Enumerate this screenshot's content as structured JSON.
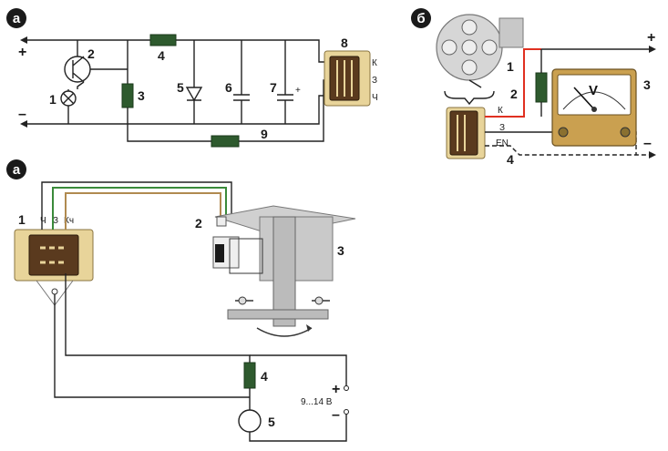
{
  "panel_a1": {
    "tag": "а",
    "plus": "+",
    "minus": "–",
    "labels": [
      "1",
      "2",
      "3",
      "4",
      "5",
      "6",
      "7",
      "8",
      "9"
    ],
    "cap_plus": "+",
    "pins": [
      "К",
      "З",
      "Ч"
    ]
  },
  "panel_b": {
    "tag": "б",
    "plus": "+",
    "minus": "–",
    "labels": [
      "1",
      "2",
      "3",
      "4"
    ],
    "meter_symbol": "V",
    "pins": [
      "К",
      "З",
      "ЕN"
    ]
  },
  "panel_a2": {
    "tag": "а",
    "labels": [
      "1",
      "2",
      "3",
      "4",
      "5"
    ],
    "pins": [
      "Ч",
      "З",
      "Кч"
    ],
    "supply_plus": "+",
    "supply_minus": "–",
    "supply_voltage": "9...14 В"
  },
  "colors": {
    "resistor": "#2e5a2e",
    "connector_brown": "#5a3a1e",
    "connector_body": "#e8d49a",
    "wire_red": "#e03020",
    "wire_green": "#3a8a3a",
    "wire_tan": "#b08a50"
  }
}
